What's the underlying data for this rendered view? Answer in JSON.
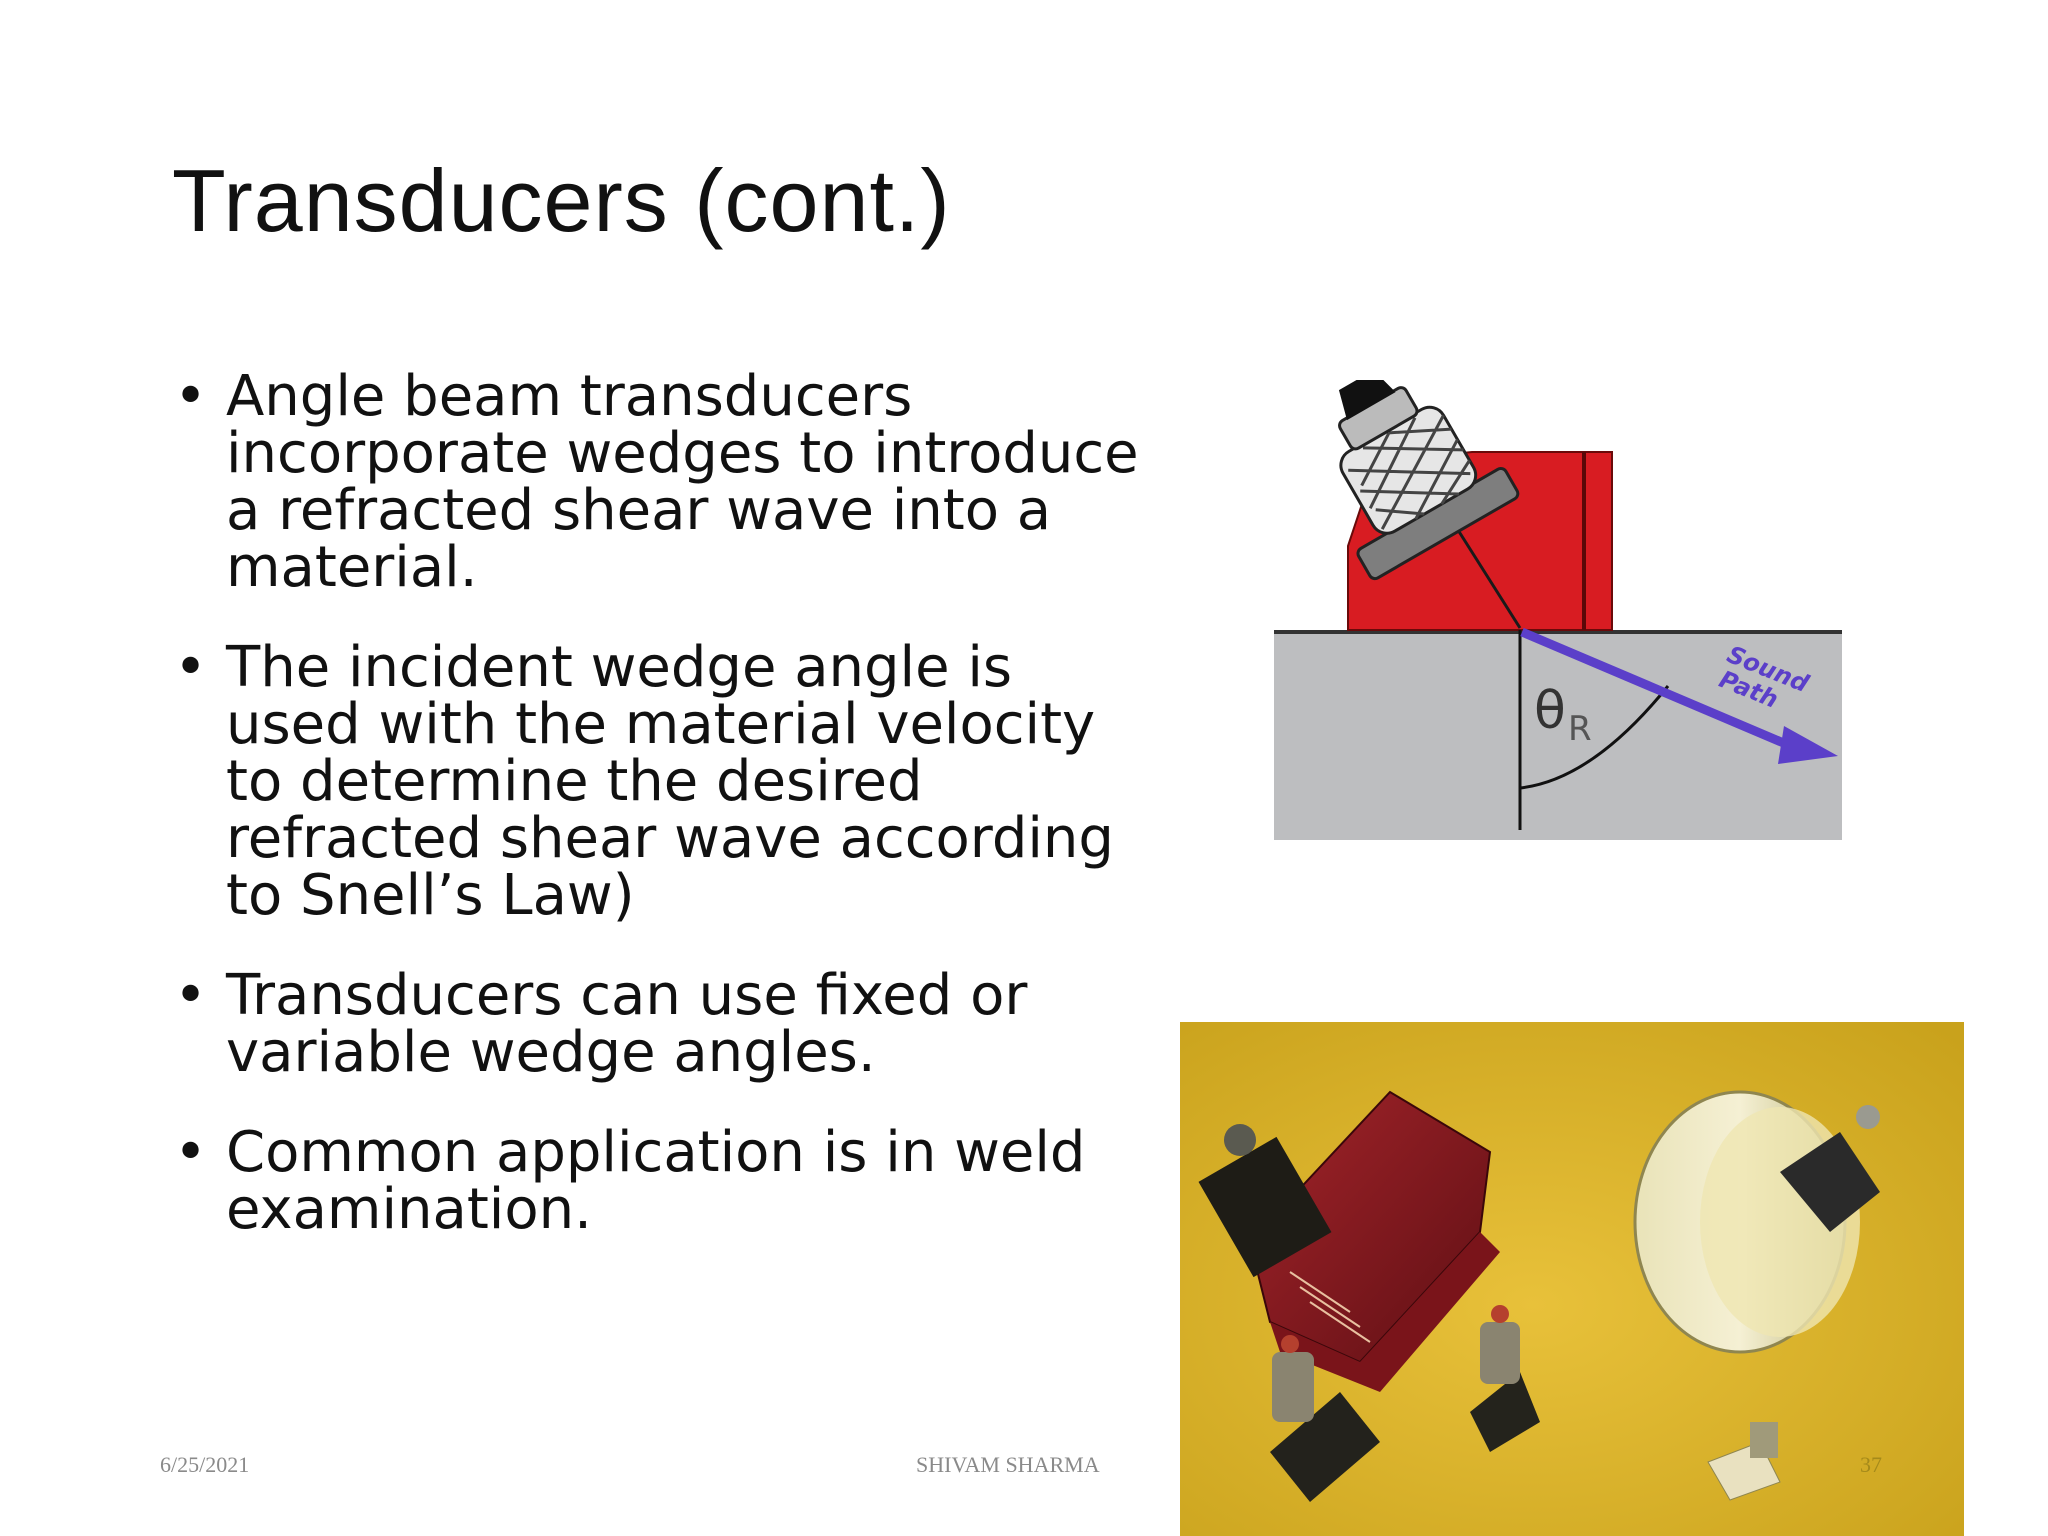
{
  "slide": {
    "title": "Transducers (cont.)",
    "bullets": [
      "Angle beam transducers incorporate wedges to introduce a refracted shear wave into a material.",
      "The incident wedge angle is used with the material velocity to determine the desired refracted shear wave according to Snell’s Law)",
      "Transducers can use fixed or variable wedge angles.",
      "Common application is in weld examination."
    ]
  },
  "diagram": {
    "angle_label": "θ",
    "angle_subscript": "R",
    "arrow_label_line1": "Sound",
    "arrow_label_line2": "Path",
    "colors": {
      "wedge": "#d81c22",
      "material": "#bdbec0",
      "arrow": "#5b3fc9"
    }
  },
  "footer": {
    "date": "6/25/2021",
    "author": "SHIVAM SHARMA",
    "page": "37"
  }
}
